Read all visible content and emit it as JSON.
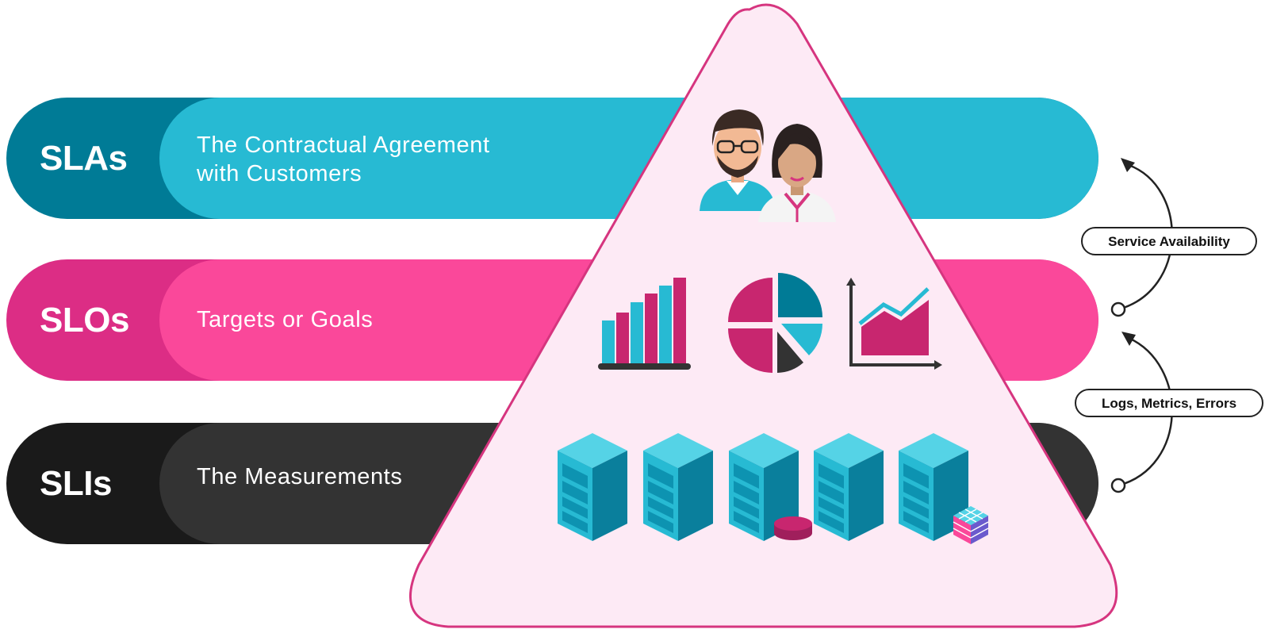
{
  "tiers": [
    {
      "abbr": "SLAs",
      "desc_line1": "The Contractual Agreement",
      "desc_line2": "with Customers",
      "color_outer": "#007b96",
      "color_inner": "#27bad3"
    },
    {
      "abbr": "SLOs",
      "desc_line1": "Targets or Goals",
      "color_outer": "#dc2d85",
      "color_inner": "#fa489a"
    },
    {
      "abbr": "SLIs",
      "desc_line1": "The Measurements",
      "color_outer": "#1a1a1a",
      "color_inner": "#333333"
    }
  ],
  "flow_labels": {
    "upper": "Service Availability",
    "lower": "Logs, Metrics, Errors"
  },
  "pyramid_icons": [
    "customers-icon",
    "bar-chart-icon",
    "pie-chart-icon",
    "line-chart-icon",
    "server-rack-icon",
    "database-icon",
    "cube-icon"
  ],
  "colors": {
    "teal": "#27bad3",
    "dark_teal": "#007b96",
    "pink": "#fa489a",
    "magenta": "#c8266f",
    "charcoal": "#333333",
    "pyramid_fill": "#fdeaf5",
    "pyramid_stroke": "#d6357f"
  }
}
